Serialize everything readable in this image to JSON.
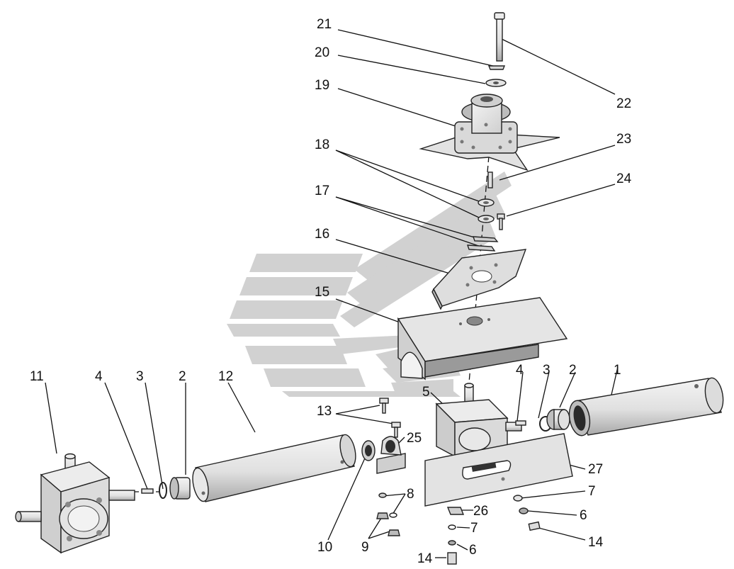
{
  "diagram": {
    "labels": {
      "l1": "1",
      "l2a": "2",
      "l2b": "2",
      "l3a": "3",
      "l3b": "3",
      "l4a": "4",
      "l4b": "4",
      "l5": "5",
      "l6a": "6",
      "l6b": "6",
      "l7a": "7",
      "l7b": "7",
      "l8": "8",
      "l9": "9",
      "l10": "10",
      "l11": "11",
      "l12": "12",
      "l13": "13",
      "l14a": "14",
      "l14b": "14",
      "l15": "15",
      "l16": "16",
      "l17": "17",
      "l18": "18",
      "l19": "19",
      "l20": "20",
      "l21": "21",
      "l22": "22",
      "l23": "23",
      "l24": "24",
      "l25": "25",
      "l26": "26",
      "l27": "27"
    },
    "colors": {
      "part_fill": "#e9e9e9",
      "part_shade": "#bdbdbd",
      "watermark": "#c9c9c9",
      "ink": "#111111"
    }
  }
}
